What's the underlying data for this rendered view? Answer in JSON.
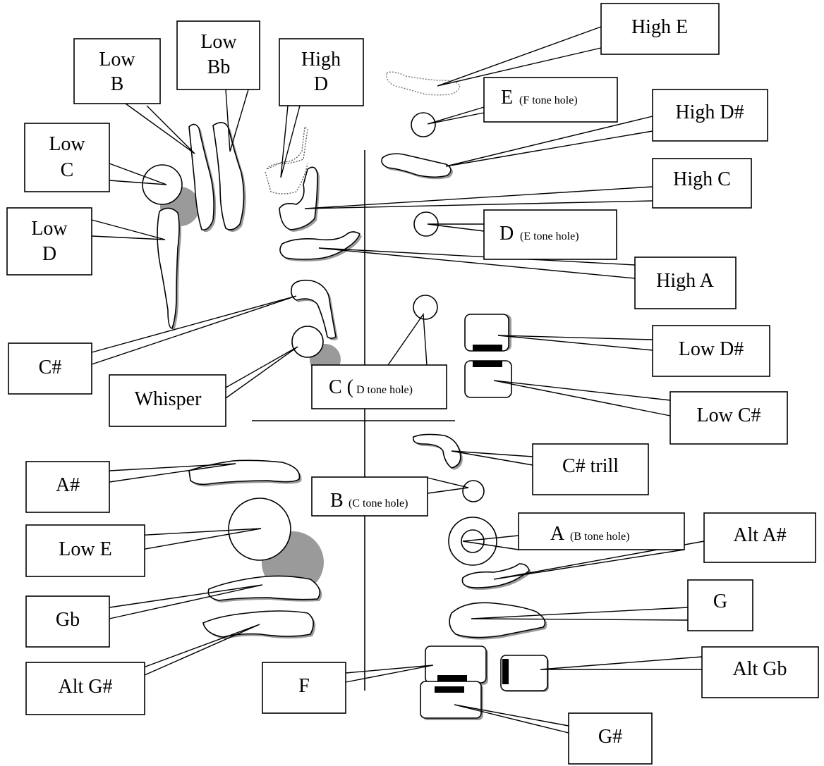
{
  "diagram": {
    "labels": {
      "low_b": [
        "Low",
        "B"
      ],
      "low_bb": [
        "Low",
        "Bb"
      ],
      "high_d": [
        "High",
        "D"
      ],
      "low_c": [
        "Low",
        "C"
      ],
      "low_d": [
        "Low",
        "D"
      ],
      "high_e": "High E",
      "e_tone": {
        "note": "E",
        "hole": "(F tone hole)"
      },
      "high_dsharp": "High D#",
      "high_c": "High C",
      "d_tone": {
        "note": "D",
        "hole": "(E tone hole)"
      },
      "high_a": "High A",
      "csharp": "C#",
      "whisper": "Whisper",
      "c_tone": {
        "note": "C (",
        "hole": "D tone hole)"
      },
      "low_dsharp": "Low D#",
      "low_csharp": "Low C#",
      "csharp_trill": "C# trill",
      "asharp": "A#",
      "b_tone": {
        "note": "B",
        "hole": "(C tone hole)"
      },
      "low_e": "Low E",
      "a_tone": {
        "note": "A",
        "hole": "(B tone hole)"
      },
      "alt_asharp": "Alt A#",
      "gb": "Gb",
      "g": "G",
      "alt_gsharp": "Alt G#",
      "f": "F",
      "alt_gb": "Alt Gb",
      "gsharp": "G#"
    }
  }
}
